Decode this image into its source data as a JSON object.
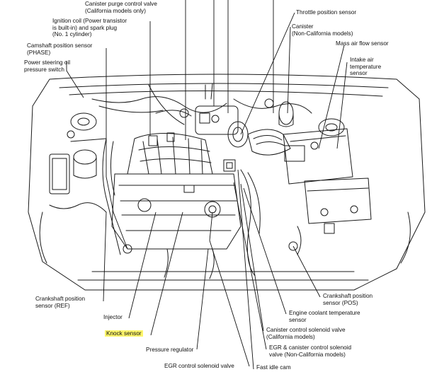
{
  "diagram": {
    "callouts": {
      "canister_purge_control_valve": [
        "Canister purge control valve",
        "(California models only)"
      ],
      "ignition_coil": [
        "Ignition coil (Power transistor",
        "is built-in) and spark plug",
        "(No. 1 cylinder)"
      ],
      "camshaft_position_sensor": [
        "Camshaft position sensor",
        "(PHASE)"
      ],
      "power_steering_oil_pressure_switch": [
        "Power steering oil",
        "pressure switch"
      ],
      "throttle_position_sensor": [
        "Throttle position sensor"
      ],
      "canister": [
        "Canister",
        "(Non-California models)"
      ],
      "mass_air_flow_sensor": [
        "Mass air flow sensor"
      ],
      "intake_air_temperature_sensor": [
        "Intake air",
        "temperature",
        "sensor"
      ],
      "crankshaft_position_sensor_ref": [
        "Crankshaft position",
        "sensor (REF)"
      ],
      "injector": [
        "Injector"
      ],
      "knock_sensor": [
        "Knock sensor"
      ],
      "pressure_regulator": [
        "Pressure regulator"
      ],
      "egr_control_solenoid_valve": [
        "EGR control solenoid valve"
      ],
      "fast_idle_cam": [
        "Fast idle cam"
      ],
      "egr_canister_control_solenoid_valve": [
        "EGR & canister control solenoid",
        "valve (Non-California models)"
      ],
      "canister_control_solenoid_valve": [
        "Canister control solenoid valve",
        "(California models)"
      ],
      "engine_coolant_temperature_sensor": [
        "Engine coolant temperature",
        "sensor"
      ],
      "crankshaft_position_sensor_pos": [
        "Crankshaft position",
        "sensor (POS)"
      ]
    },
    "highlight_color": "#fdf56a",
    "line_color": "#111111"
  }
}
